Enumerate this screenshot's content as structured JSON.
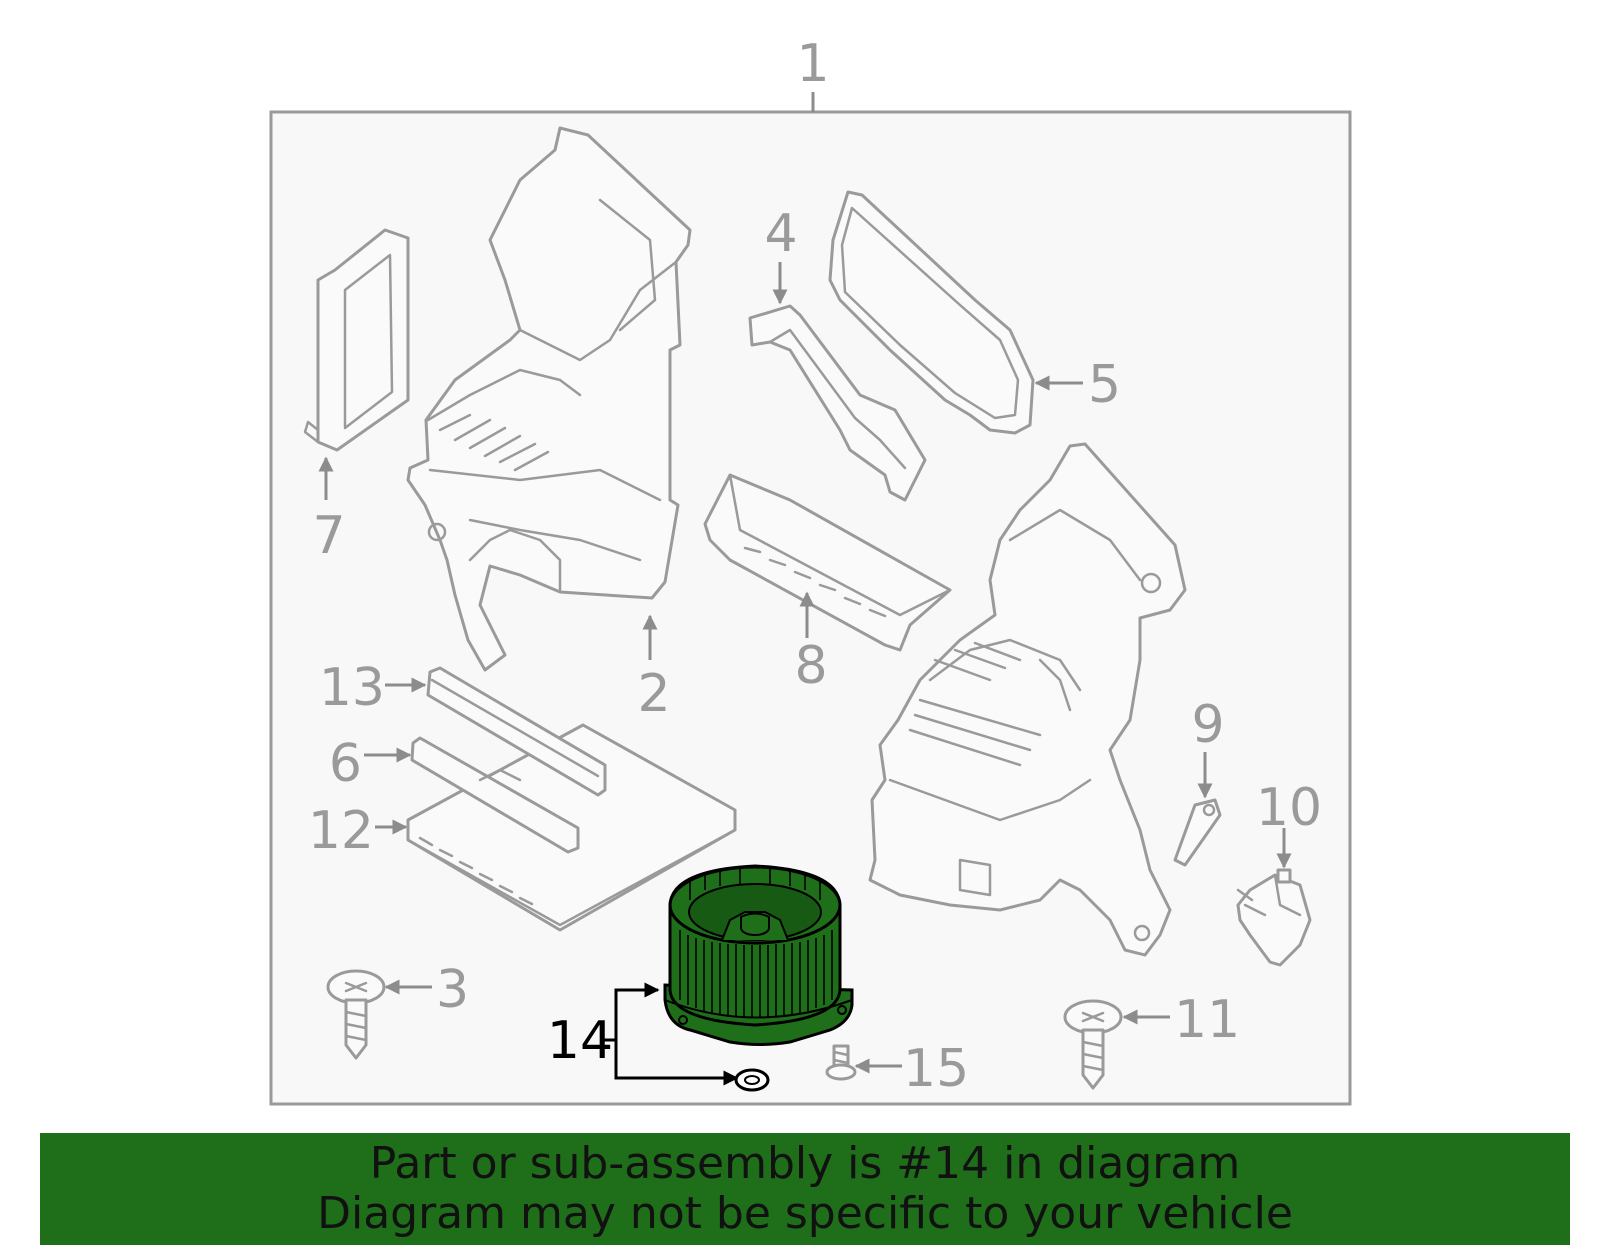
{
  "diagram": {
    "callouts": {
      "c1": "1",
      "c2": "2",
      "c3": "3",
      "c4": "4",
      "c5": "5",
      "c6": "6",
      "c7": "7",
      "c8": "8",
      "c9": "9",
      "c10": "10",
      "c11": "11",
      "c12": "12",
      "c13": "13",
      "c14": "14",
      "c15": "15"
    },
    "highlighted_part": "14",
    "colors": {
      "highlight_fill": "#1f6e1a",
      "banner_background": "#1f6e1a",
      "line_art": "#9a9a9a",
      "panel_background": "#f8f8f8"
    }
  },
  "banner": {
    "line1": "Part or sub-assembly is #14 in diagram",
    "line2": "Diagram may not be specific to your vehicle"
  }
}
